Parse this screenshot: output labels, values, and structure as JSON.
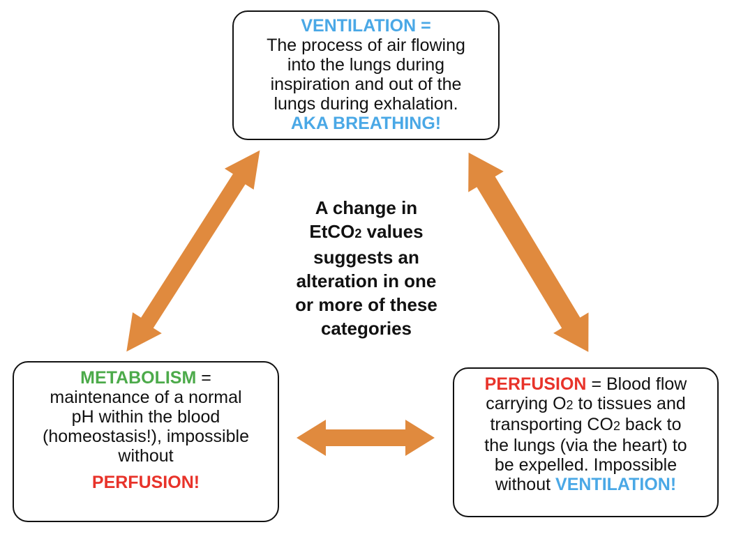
{
  "colors": {
    "arrow": "#e08a3e",
    "blue": "#4aa8e6",
    "green": "#4caa4a",
    "red": "#e8332a"
  },
  "ventilation": {
    "title": "VENTILATION =",
    "lines": [
      "The process of air flowing",
      "into the lungs during",
      "inspiration and out of the",
      "lungs during exhalation."
    ],
    "aka": "AKA BREATHING!"
  },
  "center": {
    "line1": "A change in",
    "line2_pre": "EtCO",
    "line2_sub": "2",
    "line2_post": " values",
    "line3": "suggests an",
    "line4": "alteration in one",
    "line5": "or more of these",
    "line6": "categories"
  },
  "metabolism": {
    "title": "METABOLISM",
    "title_suffix": " =",
    "lines": [
      "maintenance of a normal",
      "pH within the blood",
      "(homeostasis!), impossible",
      "without"
    ],
    "footer": "PERFUSION!"
  },
  "perfusion": {
    "title": "PERFUSION",
    "title_suffix": " = Blood flow",
    "line2_pre": "carrying O",
    "line2_sub": "2",
    "line2_post": " to tissues and",
    "line3_pre": "transporting CO",
    "line3_sub": "2",
    "line3_post": " back to",
    "line4": "the lungs (via the heart) to",
    "line5": "be expelled.  Impossible",
    "line6_pre": "without  ",
    "line6_emph": "VENTILATION!"
  }
}
